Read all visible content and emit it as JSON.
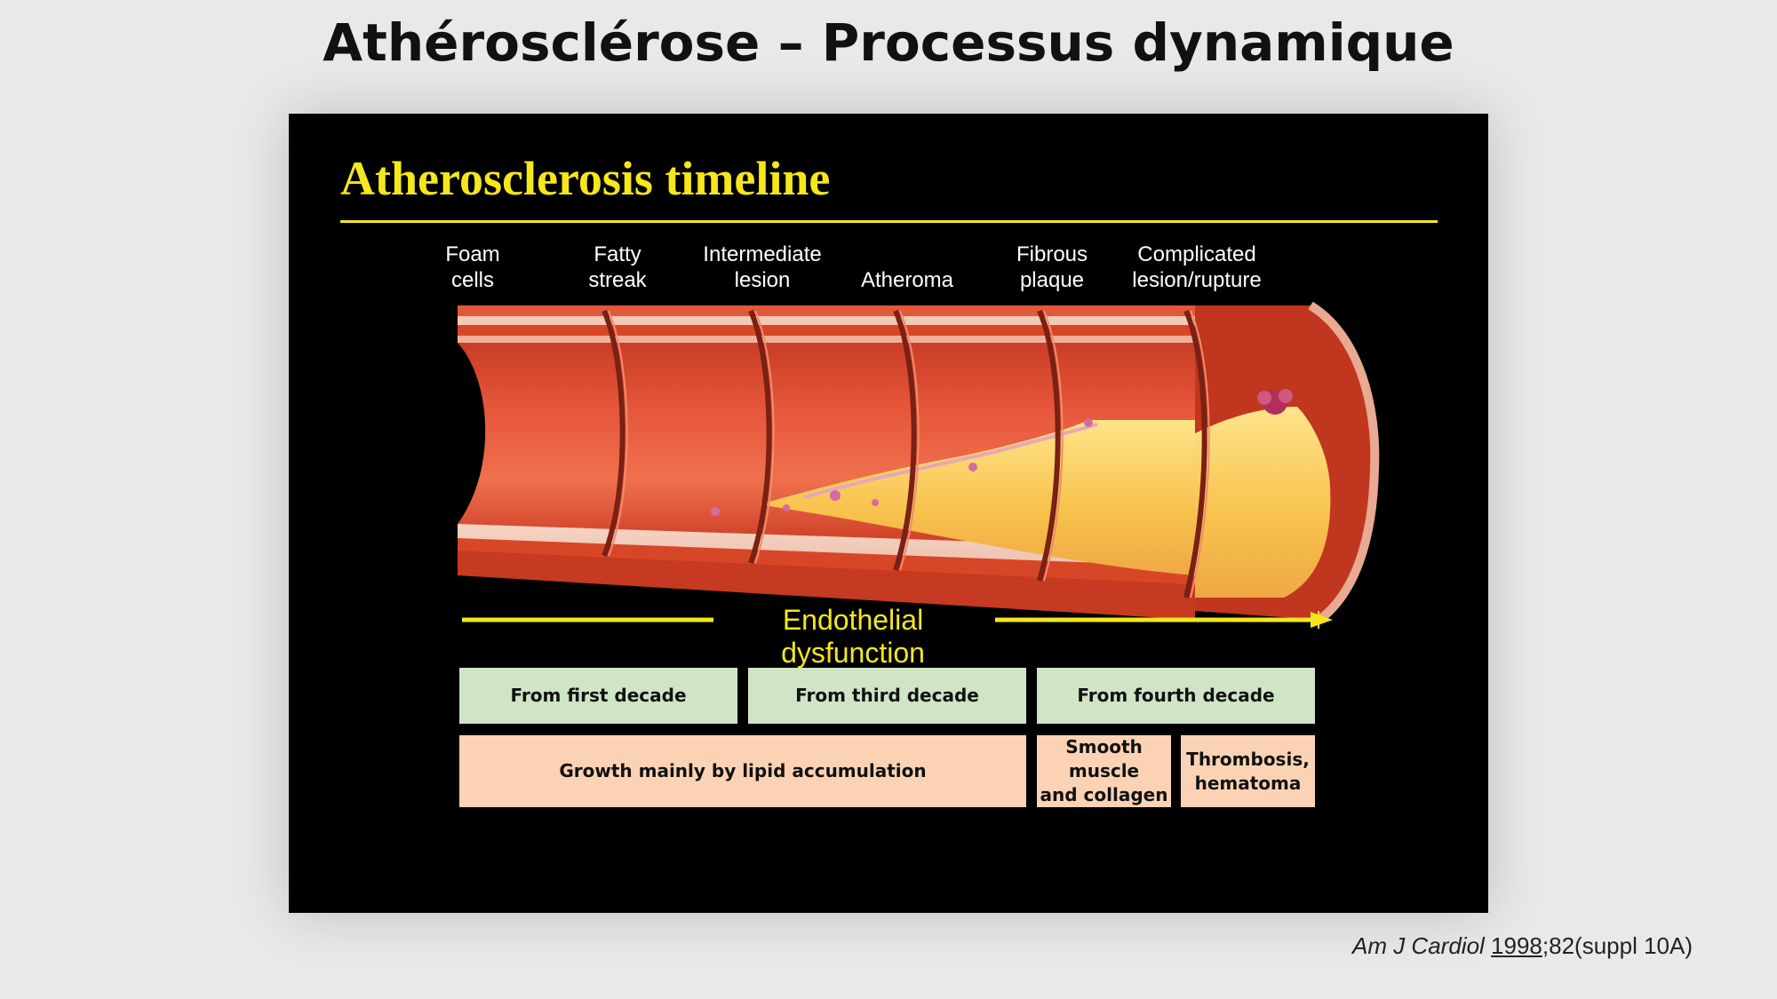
{
  "slide": {
    "title": "Athérosclérose – Processus dynamique"
  },
  "figure": {
    "title": "Atherosclerosis timeline",
    "stages": [
      {
        "line1": "Foam",
        "line2": "cells"
      },
      {
        "line1": "Fatty",
        "line2": "streak"
      },
      {
        "line1": "Intermediate",
        "line2": "lesion"
      },
      {
        "line1": "",
        "line2": "Atheroma"
      },
      {
        "line1": "Fibrous",
        "line2": "plaque"
      },
      {
        "line1": "Complicated",
        "line2": "lesion/rupture"
      }
    ],
    "arrow_label": "Endothelial dysfunction",
    "decades": [
      "From first decade",
      "From third decade",
      "From fourth decade"
    ],
    "growth": {
      "lipid": "Growth mainly by lipid accumulation",
      "smooth_muscle_line1": "Smooth muscle",
      "smooth_muscle_line2": "and collagen",
      "thrombosis_line1": "Thrombosis,",
      "thrombosis_line2": "hematoma"
    },
    "colors": {
      "accent_yellow": "#f5e71c",
      "green_box": "#cfe5c6",
      "peach_box": "#fbd3b4"
    }
  },
  "citation": {
    "journal": "Am J Cardiol",
    "year": "1998",
    "rest": ";82(suppl 10A)"
  }
}
